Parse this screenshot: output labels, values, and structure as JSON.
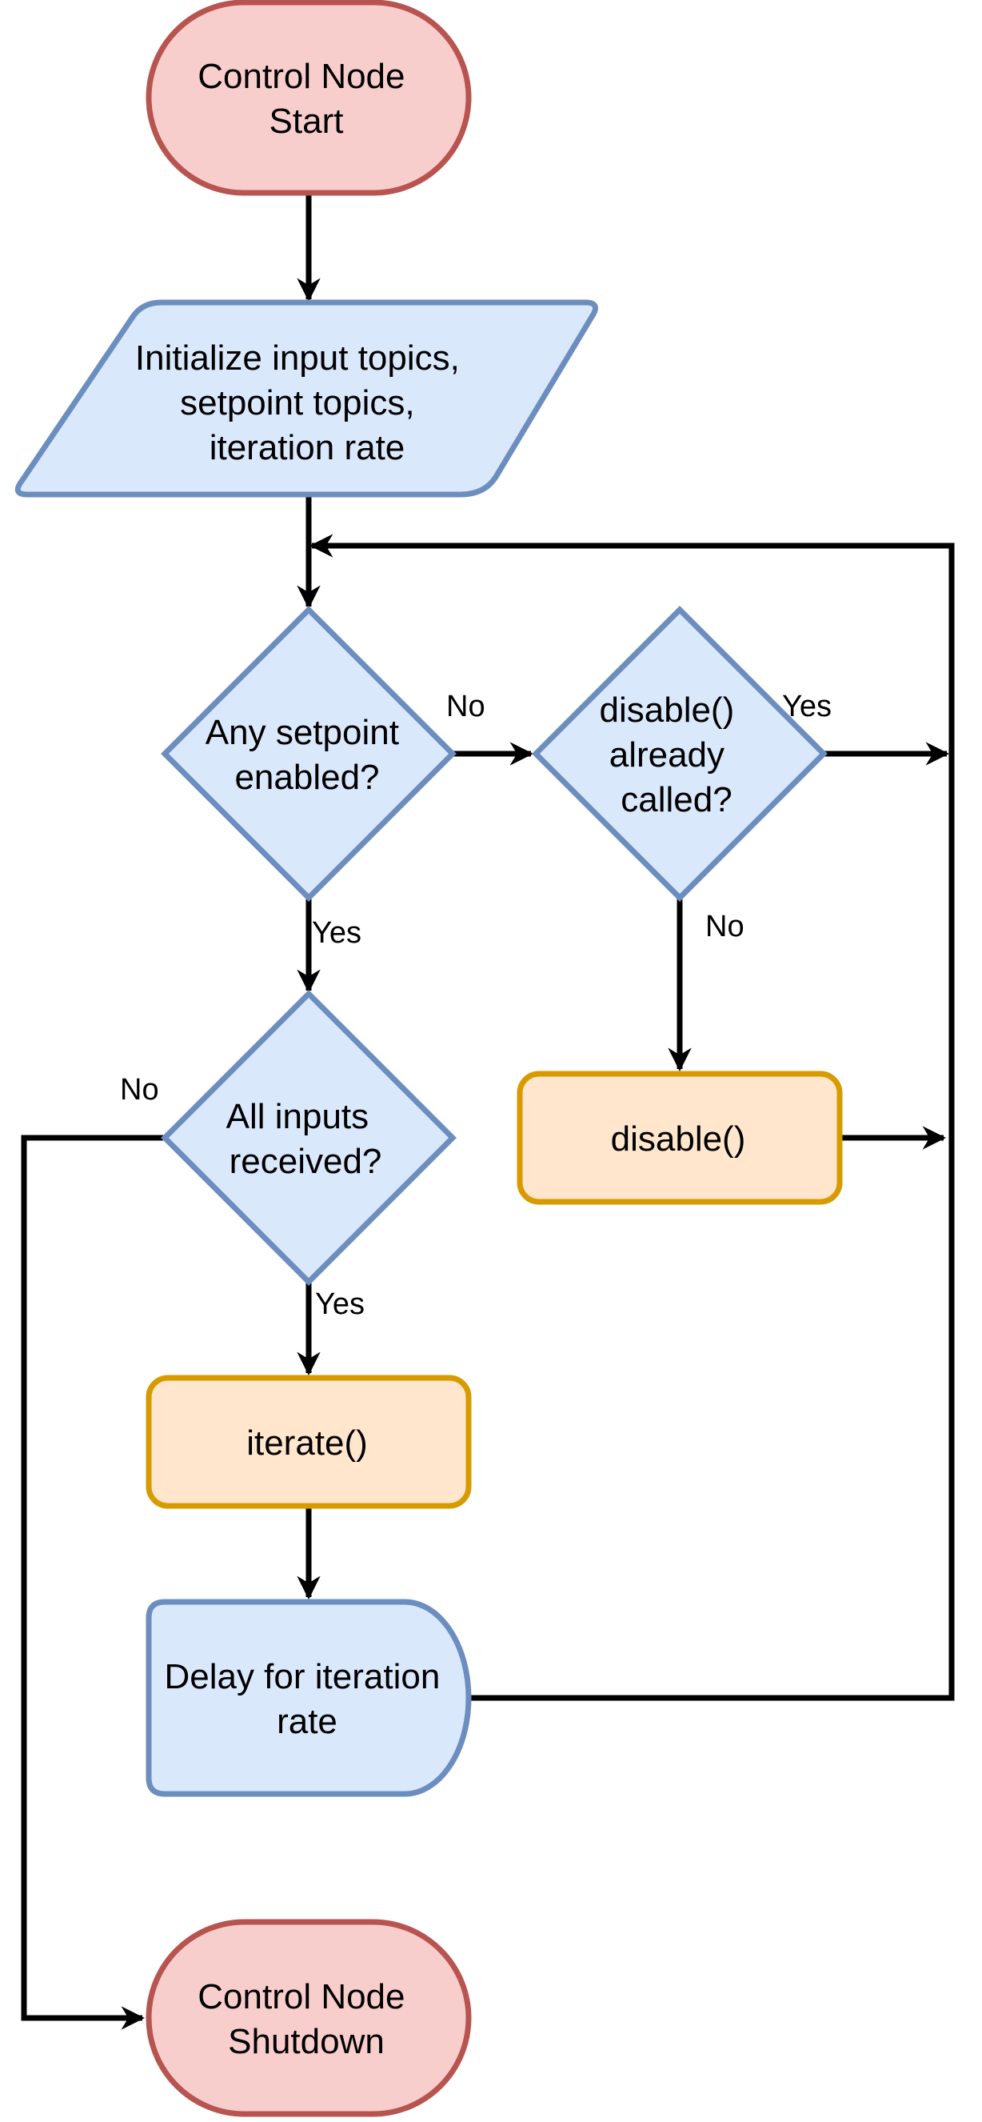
{
  "colors": {
    "terminal_fill": "#f8cecc",
    "terminal_stroke": "#b85450",
    "process_fill": "#dae8fc",
    "process_stroke": "#6c8ebf",
    "action_fill": "#ffe6cc",
    "action_stroke": "#d79b00",
    "edge": "#000000"
  },
  "nodes": {
    "start": {
      "line1": "Control Node",
      "line2": "Start"
    },
    "init": {
      "line1": "Initialize input topics,",
      "line2": "setpoint topics,",
      "line3": "iteration rate"
    },
    "any_setpoint": {
      "line1": "Any setpoint",
      "line2": "enabled?"
    },
    "disable_called": {
      "line1": "disable()",
      "line2": "already",
      "line3": "called?"
    },
    "all_inputs": {
      "line1": "All inputs",
      "line2": "received?"
    },
    "disable": {
      "label": "disable()"
    },
    "iterate": {
      "label": "iterate()"
    },
    "delay": {
      "line1": "Delay for iteration",
      "line2": "rate"
    },
    "shutdown": {
      "line1": "Control Node",
      "line2": "Shutdown"
    }
  },
  "edge_labels": {
    "any_no": "No",
    "any_yes": "Yes",
    "disabled_yes": "Yes",
    "disabled_no": "No",
    "inputs_no": "No",
    "inputs_yes": "Yes"
  }
}
